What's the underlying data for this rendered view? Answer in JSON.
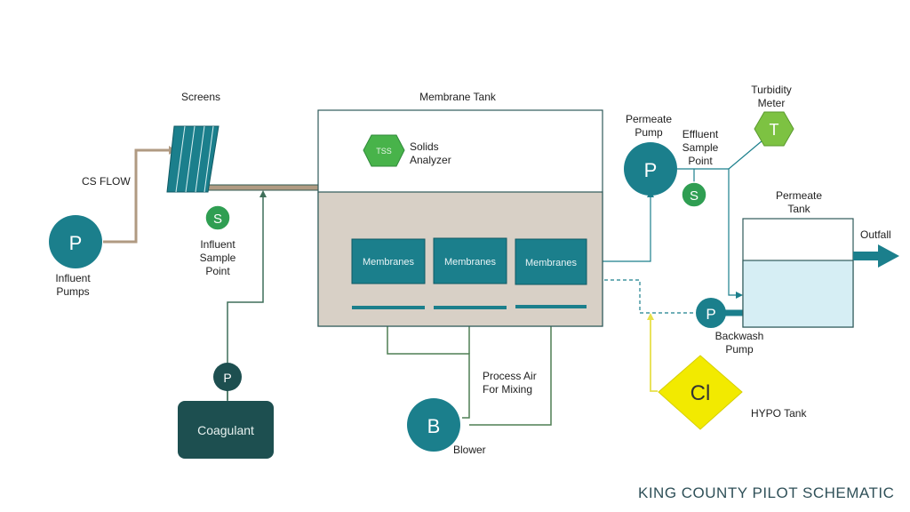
{
  "title": "KING COUNTY PILOT SCHEMATIC",
  "colors": {
    "teal": "#1b7f8c",
    "dark_teal": "#1d4f50",
    "green": "#2f9e52",
    "air_line": "#4f7f54",
    "flow_line": "#b09a82",
    "tank_fill": "#d8d0c6",
    "permeate_fill": "#d6eef4",
    "hypo_fill": "#f2ea00",
    "yellow_line": "#e7e04a"
  },
  "labels": {
    "screens": "Screens",
    "cs_flow": "CS FLOW",
    "influent_pumps": [
      "Influent",
      "Pumps"
    ],
    "influent_sample": [
      "Influent",
      "Sample",
      "Point"
    ],
    "membrane_tank": "Membrane Tank",
    "solids_analyzer": [
      "Solids",
      "Analyzer"
    ],
    "permeate_pump": [
      "Permeate",
      "Pump"
    ],
    "effluent_sample": [
      "Effluent",
      "Sample",
      "Point"
    ],
    "turbidity_meter": [
      "Turbidity",
      "Meter"
    ],
    "permeate_tank": [
      "Permeate",
      "Tank"
    ],
    "outfall": "Outfall",
    "backwash_pump": [
      "Backwash",
      "Pump"
    ],
    "hypo_tank": "HYPO Tank",
    "process_air": [
      "Process Air",
      "For Mixing"
    ],
    "blower": "Blower",
    "coagulant": "Coagulant"
  },
  "symbols": {
    "pump": "P",
    "sample": "S",
    "turbidity": "T",
    "tss": "TSS",
    "blower": "B",
    "chlorine": "Cl"
  },
  "membranes": [
    "Membranes",
    "Membranes",
    "Membranes"
  ]
}
